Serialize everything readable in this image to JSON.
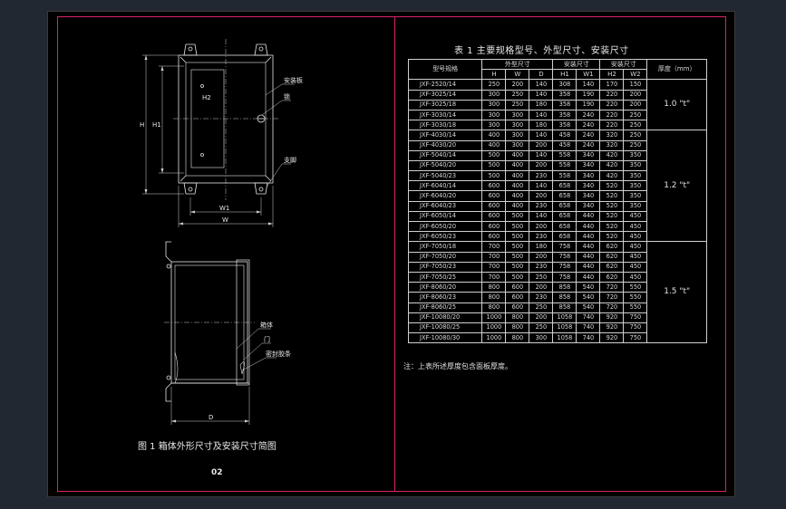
{
  "table": {
    "title": "表 1 主要规格型号、外型尺寸、安装尺寸",
    "headers": {
      "model": "型号规格",
      "outer": "外型尺寸",
      "install": "安装尺寸",
      "door": "安装尺寸",
      "thickness": "厚度（mm）",
      "sub": [
        "H",
        "W",
        "D",
        "H1",
        "W1",
        "H2",
        "W2"
      ]
    },
    "rows": [
      [
        "JXF-2520/14",
        "250",
        "200",
        "140",
        "308",
        "140",
        "170",
        "150"
      ],
      [
        "JXF-3025/14",
        "300",
        "250",
        "140",
        "358",
        "190",
        "220",
        "200"
      ],
      [
        "JXF-3025/18",
        "300",
        "250",
        "180",
        "358",
        "190",
        "220",
        "200"
      ],
      [
        "JXF-3030/14",
        "300",
        "300",
        "140",
        "358",
        "240",
        "220",
        "250"
      ],
      [
        "JXF-3030/18",
        "300",
        "300",
        "180",
        "358",
        "240",
        "220",
        "250"
      ],
      [
        "JXF-4030/14",
        "400",
        "300",
        "140",
        "458",
        "240",
        "320",
        "250"
      ],
      [
        "JXF-4030/20",
        "400",
        "300",
        "200",
        "458",
        "240",
        "320",
        "250"
      ],
      [
        "JXF-5040/14",
        "500",
        "400",
        "140",
        "558",
        "340",
        "420",
        "350"
      ],
      [
        "JXF-5040/20",
        "500",
        "400",
        "200",
        "558",
        "340",
        "420",
        "350"
      ],
      [
        "JXF-5040/23",
        "500",
        "400",
        "230",
        "558",
        "340",
        "420",
        "350"
      ],
      [
        "JXF-6040/14",
        "600",
        "400",
        "140",
        "658",
        "340",
        "520",
        "350"
      ],
      [
        "JXF-6040/20",
        "600",
        "400",
        "200",
        "658",
        "340",
        "520",
        "350"
      ],
      [
        "JXF-6040/23",
        "600",
        "400",
        "230",
        "658",
        "340",
        "520",
        "350"
      ],
      [
        "JXF-6050/14",
        "600",
        "500",
        "140",
        "658",
        "440",
        "520",
        "450"
      ],
      [
        "JXF-6050/20",
        "600",
        "500",
        "200",
        "658",
        "440",
        "520",
        "450"
      ],
      [
        "JXF-6050/23",
        "600",
        "500",
        "230",
        "658",
        "440",
        "520",
        "450"
      ],
      [
        "JXF-7050/18",
        "700",
        "500",
        "180",
        "758",
        "440",
        "620",
        "450"
      ],
      [
        "JXF-7050/20",
        "700",
        "500",
        "200",
        "758",
        "440",
        "620",
        "450"
      ],
      [
        "JXF-7050/23",
        "700",
        "500",
        "230",
        "758",
        "440",
        "620",
        "450"
      ],
      [
        "JXF-7050/25",
        "700",
        "500",
        "250",
        "758",
        "440",
        "620",
        "450"
      ],
      [
        "JXF-8060/20",
        "800",
        "600",
        "200",
        "858",
        "540",
        "720",
        "550"
      ],
      [
        "JXF-8060/23",
        "800",
        "600",
        "230",
        "858",
        "540",
        "720",
        "550"
      ],
      [
        "JXF-8060/25",
        "800",
        "600",
        "250",
        "858",
        "540",
        "720",
        "550"
      ],
      [
        "JXF-10080/20",
        "1000",
        "800",
        "200",
        "1058",
        "740",
        "920",
        "750"
      ],
      [
        "JXF-10080/25",
        "1000",
        "800",
        "250",
        "1058",
        "740",
        "920",
        "750"
      ],
      [
        "JXF-10080/30",
        "1000",
        "800",
        "300",
        "1058",
        "740",
        "920",
        "750"
      ]
    ],
    "thickness_groups": [
      {
        "label": "1.0 \"t\"",
        "rows": 5
      },
      {
        "label": "1.2 \"t\"",
        "rows": 11
      },
      {
        "label": "1.5 \"t\"",
        "rows": 10
      }
    ],
    "note": "注：上表所述厚度包含面板厚度。"
  },
  "drawing": {
    "caption": "图 1 箱体外形尺寸及安装尺寸简图",
    "page_number": "02",
    "labels": {
      "mount_plate": "安装板",
      "lock": "锁",
      "bracket": "支脚",
      "box_body": "箱体",
      "door": "门",
      "door_gasket": "密封胶条",
      "dim_h": "H",
      "dim_h1": "H1",
      "dim_h2": "H2",
      "dim_w1": "W1",
      "dim_w": "W",
      "dim_d": "D"
    }
  }
}
